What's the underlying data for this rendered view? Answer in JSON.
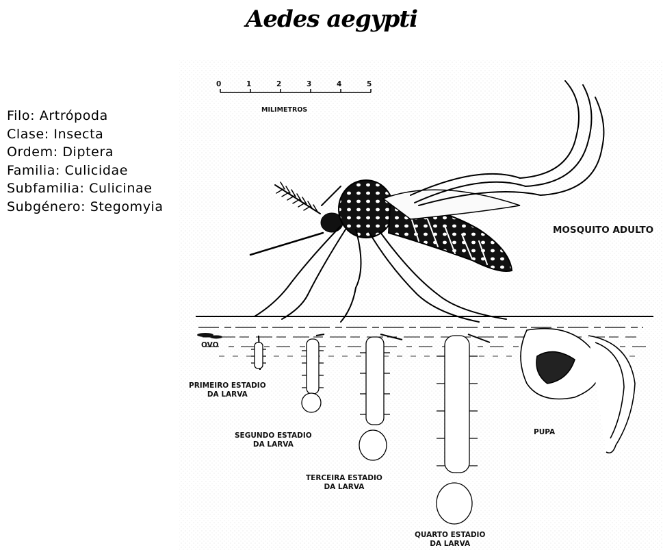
{
  "title": "Aedes aegypti",
  "taxonomy": [
    "Filo: Artrópoda",
    "Clase: Insecta",
    "Ordem: Diptera",
    "Familia: Culicidae",
    "Subfamilia: Culicinae",
    "Subgénero: Stegomyia"
  ],
  "scale": {
    "ticks": [
      "0",
      "1",
      "2",
      "3",
      "4",
      "5"
    ],
    "unit_label": "MILIMETROS"
  },
  "labels": {
    "adult": "MOSQUITO ADULTO",
    "egg": "OVO",
    "larva1_line1": "PRIMEIRO ESTADIO",
    "larva1_line2": "DA LARVA",
    "larva2_line1": "SEGUNDO ESTADIO",
    "larva2_line2": "DA LARVA",
    "larva3_line1": "TERCEIRA ESTADIO",
    "larva3_line2": "DA LARVA",
    "larva4_line1": "QUARTO ESTADIO",
    "larva4_line2": "DA LARVA",
    "pupa": "PUPA"
  }
}
